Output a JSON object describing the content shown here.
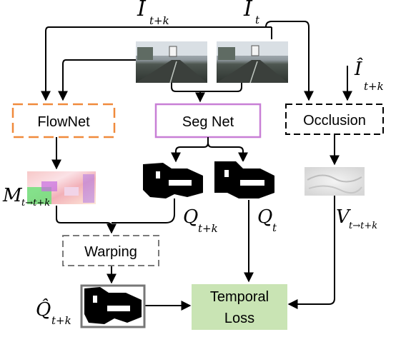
{
  "colors": {
    "flownet_border": "#f08a3c",
    "segnet_border": "#c87fd6",
    "occlusion_border": "#000000",
    "warping_border": "#7a7a7a",
    "temporal_fill": "#c9e4b4",
    "arrow": "#000000"
  },
  "inputs": {
    "frame_tk": {
      "base": "I",
      "sub": "t+k"
    },
    "frame_t": {
      "base": "I",
      "sub": "t"
    },
    "frame_tk_hat": {
      "base": "Î",
      "sub": "t+k"
    }
  },
  "nodes": {
    "flownet": "FlowNet",
    "segnet": "Seg Net",
    "occlusion": "Occlusion",
    "warping": "Warping",
    "temporal_line1": "Temporal",
    "temporal_line2": "Loss"
  },
  "outputs": {
    "flow_map": {
      "base": "M",
      "sub": "t→t+k"
    },
    "seg_tk": {
      "base": "Q",
      "sub": "t+k"
    },
    "seg_t": {
      "base": "Q",
      "sub": "t"
    },
    "visibility": {
      "base": "V",
      "sub": "t→t+k"
    },
    "warped_seg": {
      "base": "Q̂",
      "sub": "t+k"
    }
  }
}
